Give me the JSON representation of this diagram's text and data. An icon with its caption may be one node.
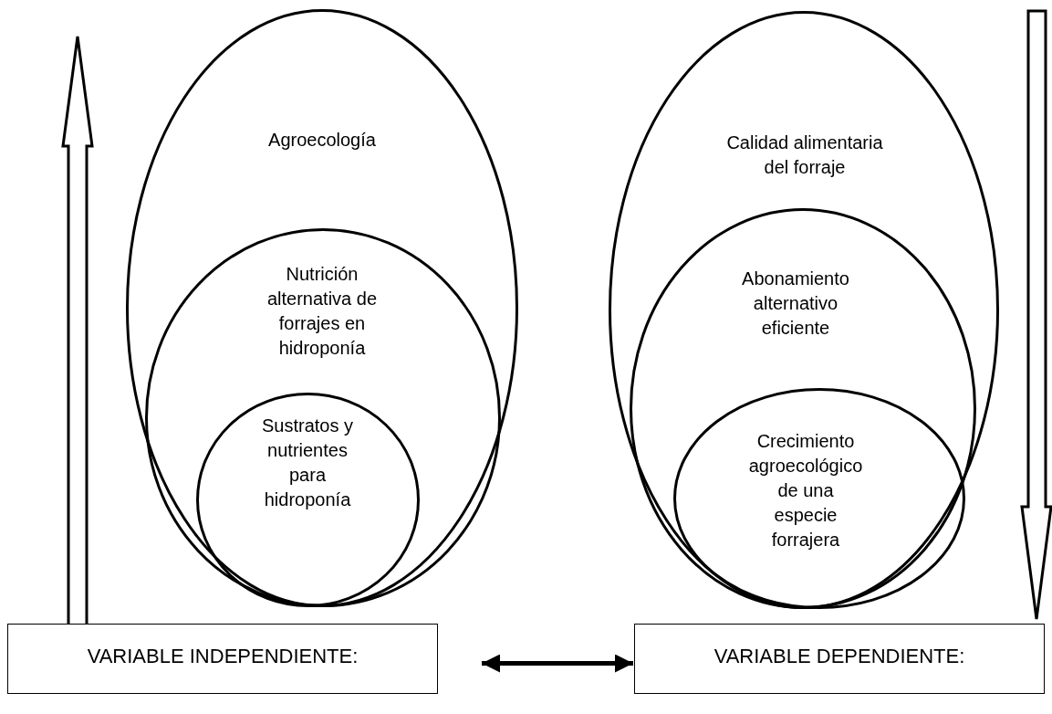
{
  "diagram": {
    "nodes": [
      {
        "text": [
          "Agroecología"
        ]
      },
      {
        "text": [
          "Nutrición alternativa de forrajes en hidroponía"
        ],
        "in": 0
      },
      {
        "text": [
          "Sustratos y nutrientes para hidroponía"
        ],
        "in": 1
      },
      {
        "text": [
          "Calidad alimentaria del forraje"
        ]
      },
      {
        "text": [
          "Abonamiento alternativo eficiente"
        ],
        "in": 3
      },
      {
        "text": [
          "Crecimiento agroecológico de una especie forrajera"
        ],
        "in": 4
      },
      {
        "text": [
          "VARIABLE INDEPENDIENTE:"
        ]
      },
      {
        "text": [
          "VARIABLE DEPENDIENTE:"
        ]
      }
    ],
    "edges": [
      {
        "from": 6,
        "to": 7,
        "arrow": "both"
      }
    ]
  }
}
